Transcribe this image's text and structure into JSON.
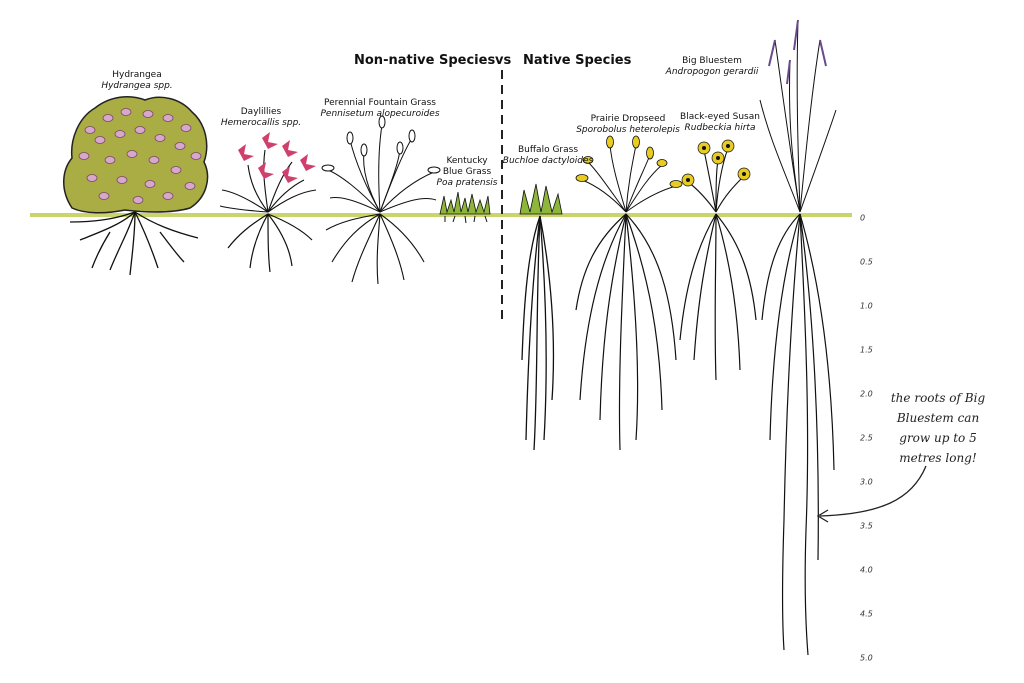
{
  "headings": {
    "non_native": "Non-native Species",
    "vs": "vs",
    "native": "Native Species"
  },
  "plants": {
    "hydrangea": {
      "common": "Hydrangea",
      "scientific": "Hydrangea spp."
    },
    "daylillies": {
      "common": "Daylillies",
      "scientific": "Hemerocallis spp."
    },
    "fountain_grass": {
      "common": "Perennial Fountain Grass",
      "scientific": "Pennisetum alopecuroides"
    },
    "kentucky": {
      "common_line1": "Kentucky",
      "common_line2": "Blue Grass",
      "scientific": "Poa pratensis"
    },
    "buffalo": {
      "common": "Buffalo Grass",
      "scientific": "Buchloe dactyloides"
    },
    "prairie_dropseed": {
      "common": "Prairie Dropseed",
      "scientific": "Sporobolus heterolepis"
    },
    "black_eyed_susan": {
      "common": "Black-eyed Susan",
      "scientific": "Rudbeckia hirta"
    },
    "big_bluestem": {
      "common": "Big Bluestem",
      "scientific": "Andropogon gerardii"
    }
  },
  "depth_scale": [
    "0",
    "0.5",
    "1.0",
    "1.5",
    "2.0",
    "2.5",
    "3.0",
    "3.5",
    "4.0",
    "4.5",
    "5.0"
  ],
  "annotation": {
    "line1": "the roots of Big",
    "line2": "Bluestem can",
    "line3": "grow up to 5",
    "line4": "metres long!"
  },
  "colors": {
    "ground": "#c9d46a",
    "hydrangea_foliage": "#a9ad44",
    "hydrangea_flowers": "#d8a7cc",
    "daylily": "#d0406c",
    "yellow_flowers": "#e8cc22",
    "grass_green": "#8db63a"
  }
}
